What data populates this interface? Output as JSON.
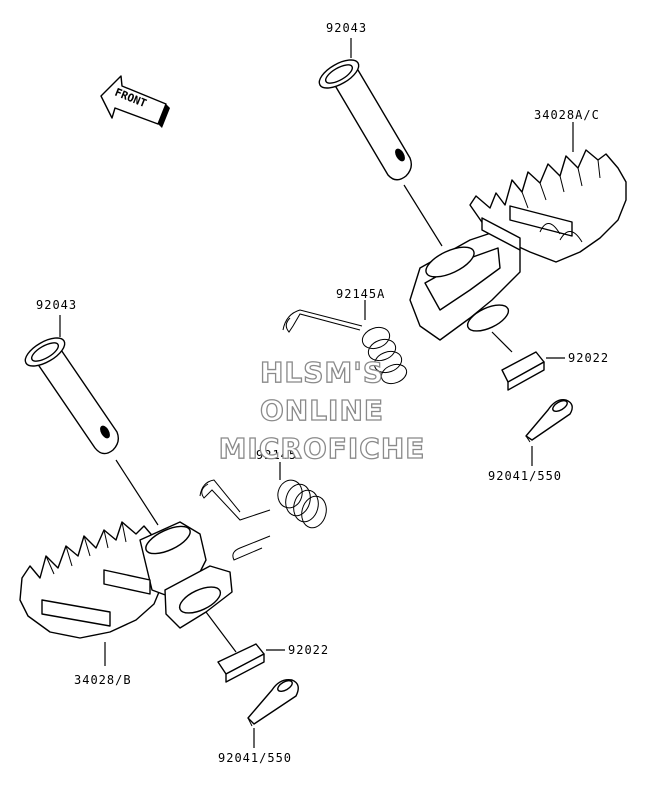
{
  "front_badge": "FRONT",
  "parts": {
    "pin_upper": "92043",
    "footpeg_right": "34028A/C",
    "spring_upper": "92145A",
    "washer_upper": "92022",
    "cotter_upper": "92041/550",
    "pin_lower": "92043",
    "spring_lower": "92145",
    "footpeg_left": "34028/B",
    "washer_lower": "92022",
    "cotter_lower": "92041/550"
  },
  "watermark": {
    "line1": "HLSM'S",
    "line2": "ONLINE",
    "line3": "MICROFICHE"
  }
}
